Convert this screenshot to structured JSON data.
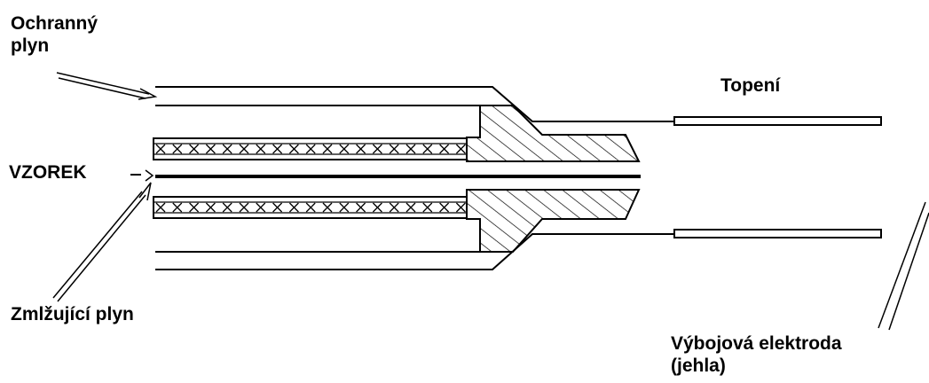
{
  "labels": {
    "shield_gas_line1": "Ochranný",
    "shield_gas_line2": "plyn",
    "heating": "Topení",
    "sample": "VZOREK",
    "nebulizing_gas": "Zmlžující plyn",
    "electrode_line1": "Výbojová elektroda",
    "electrode_line2": "(jehla)"
  },
  "colors": {
    "line": "#000000",
    "background": "#ffffff"
  }
}
